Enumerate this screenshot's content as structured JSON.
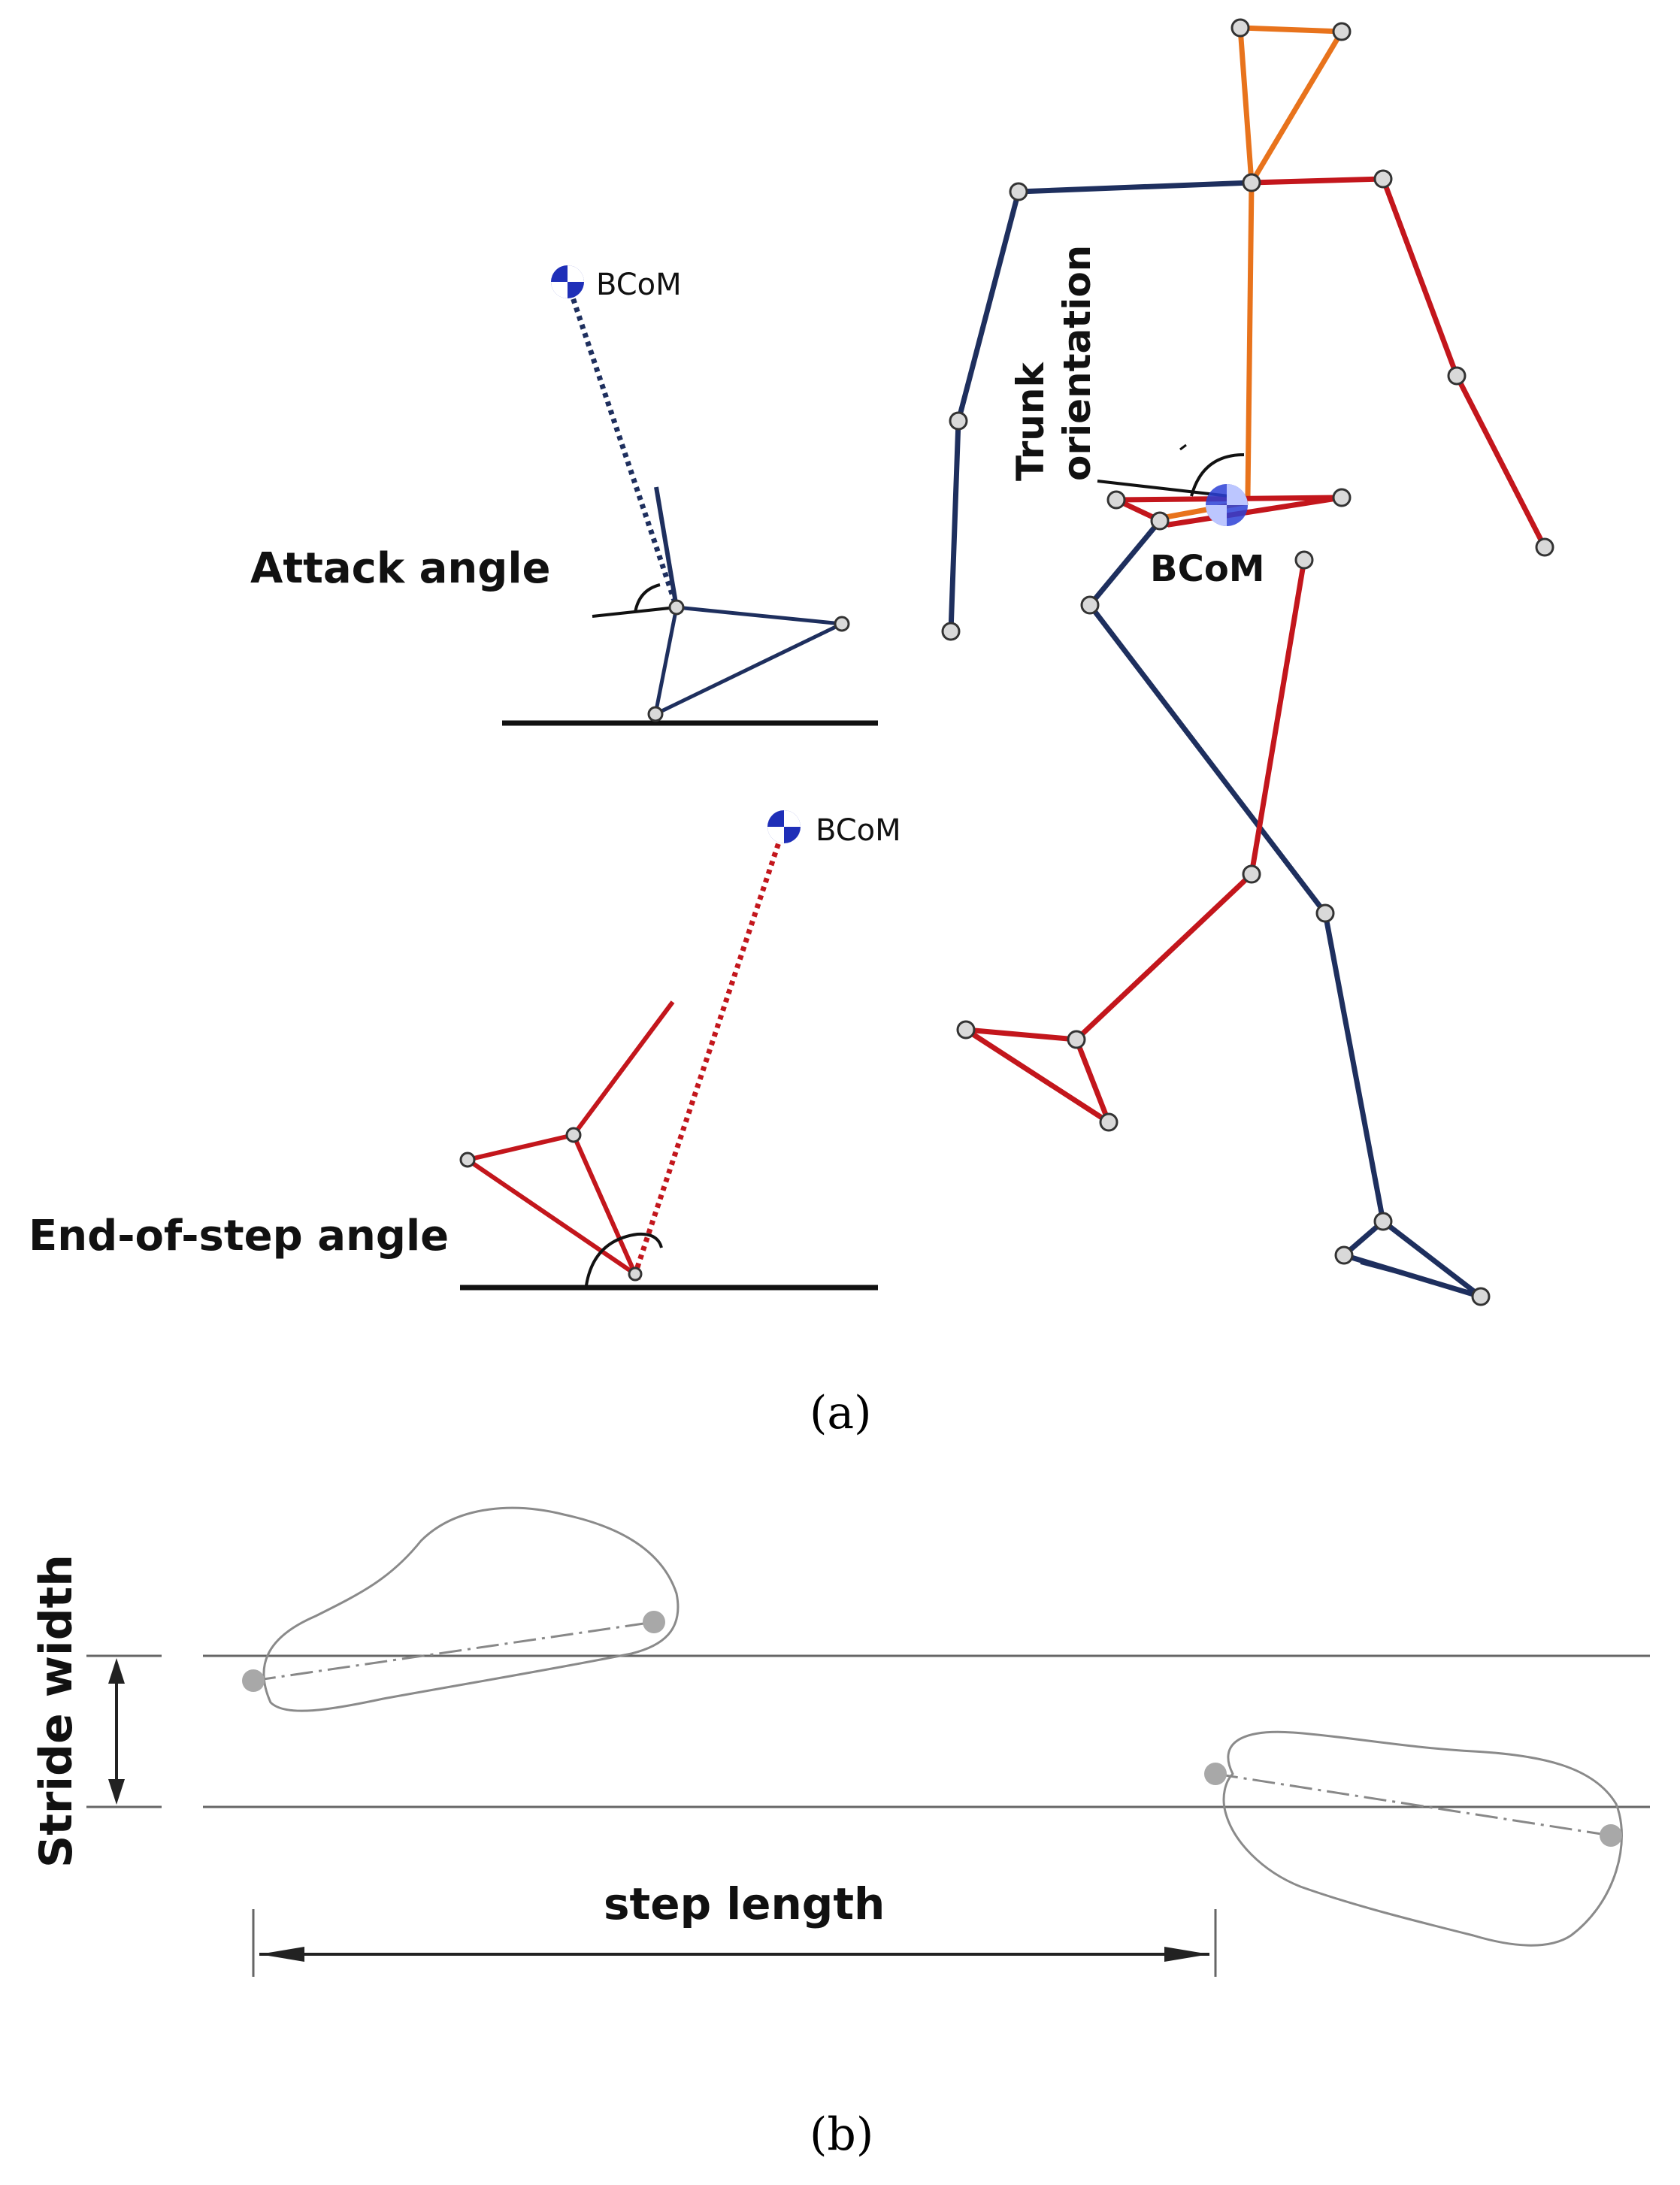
{
  "panel_a": {
    "attack_angle_label": "Attack angle",
    "end_of_step_angle_label": "End-of-step angle",
    "trunk_label_line1": "Trunk",
    "trunk_label_line2": "orientation",
    "bcom_label": "BCoM",
    "bcom_attack_label": "BCoM",
    "bcom_endstep_label": "BCoM",
    "caption": "(a)"
  },
  "panel_b": {
    "stride_width_label": "Stride width",
    "step_length_label": "step length",
    "caption": "(b)"
  },
  "colors": {
    "left_side": "#1e2f5e",
    "right_side": "#c3161c",
    "trunk": "#e8731c",
    "bcom_marker": "#1f2fb8"
  }
}
